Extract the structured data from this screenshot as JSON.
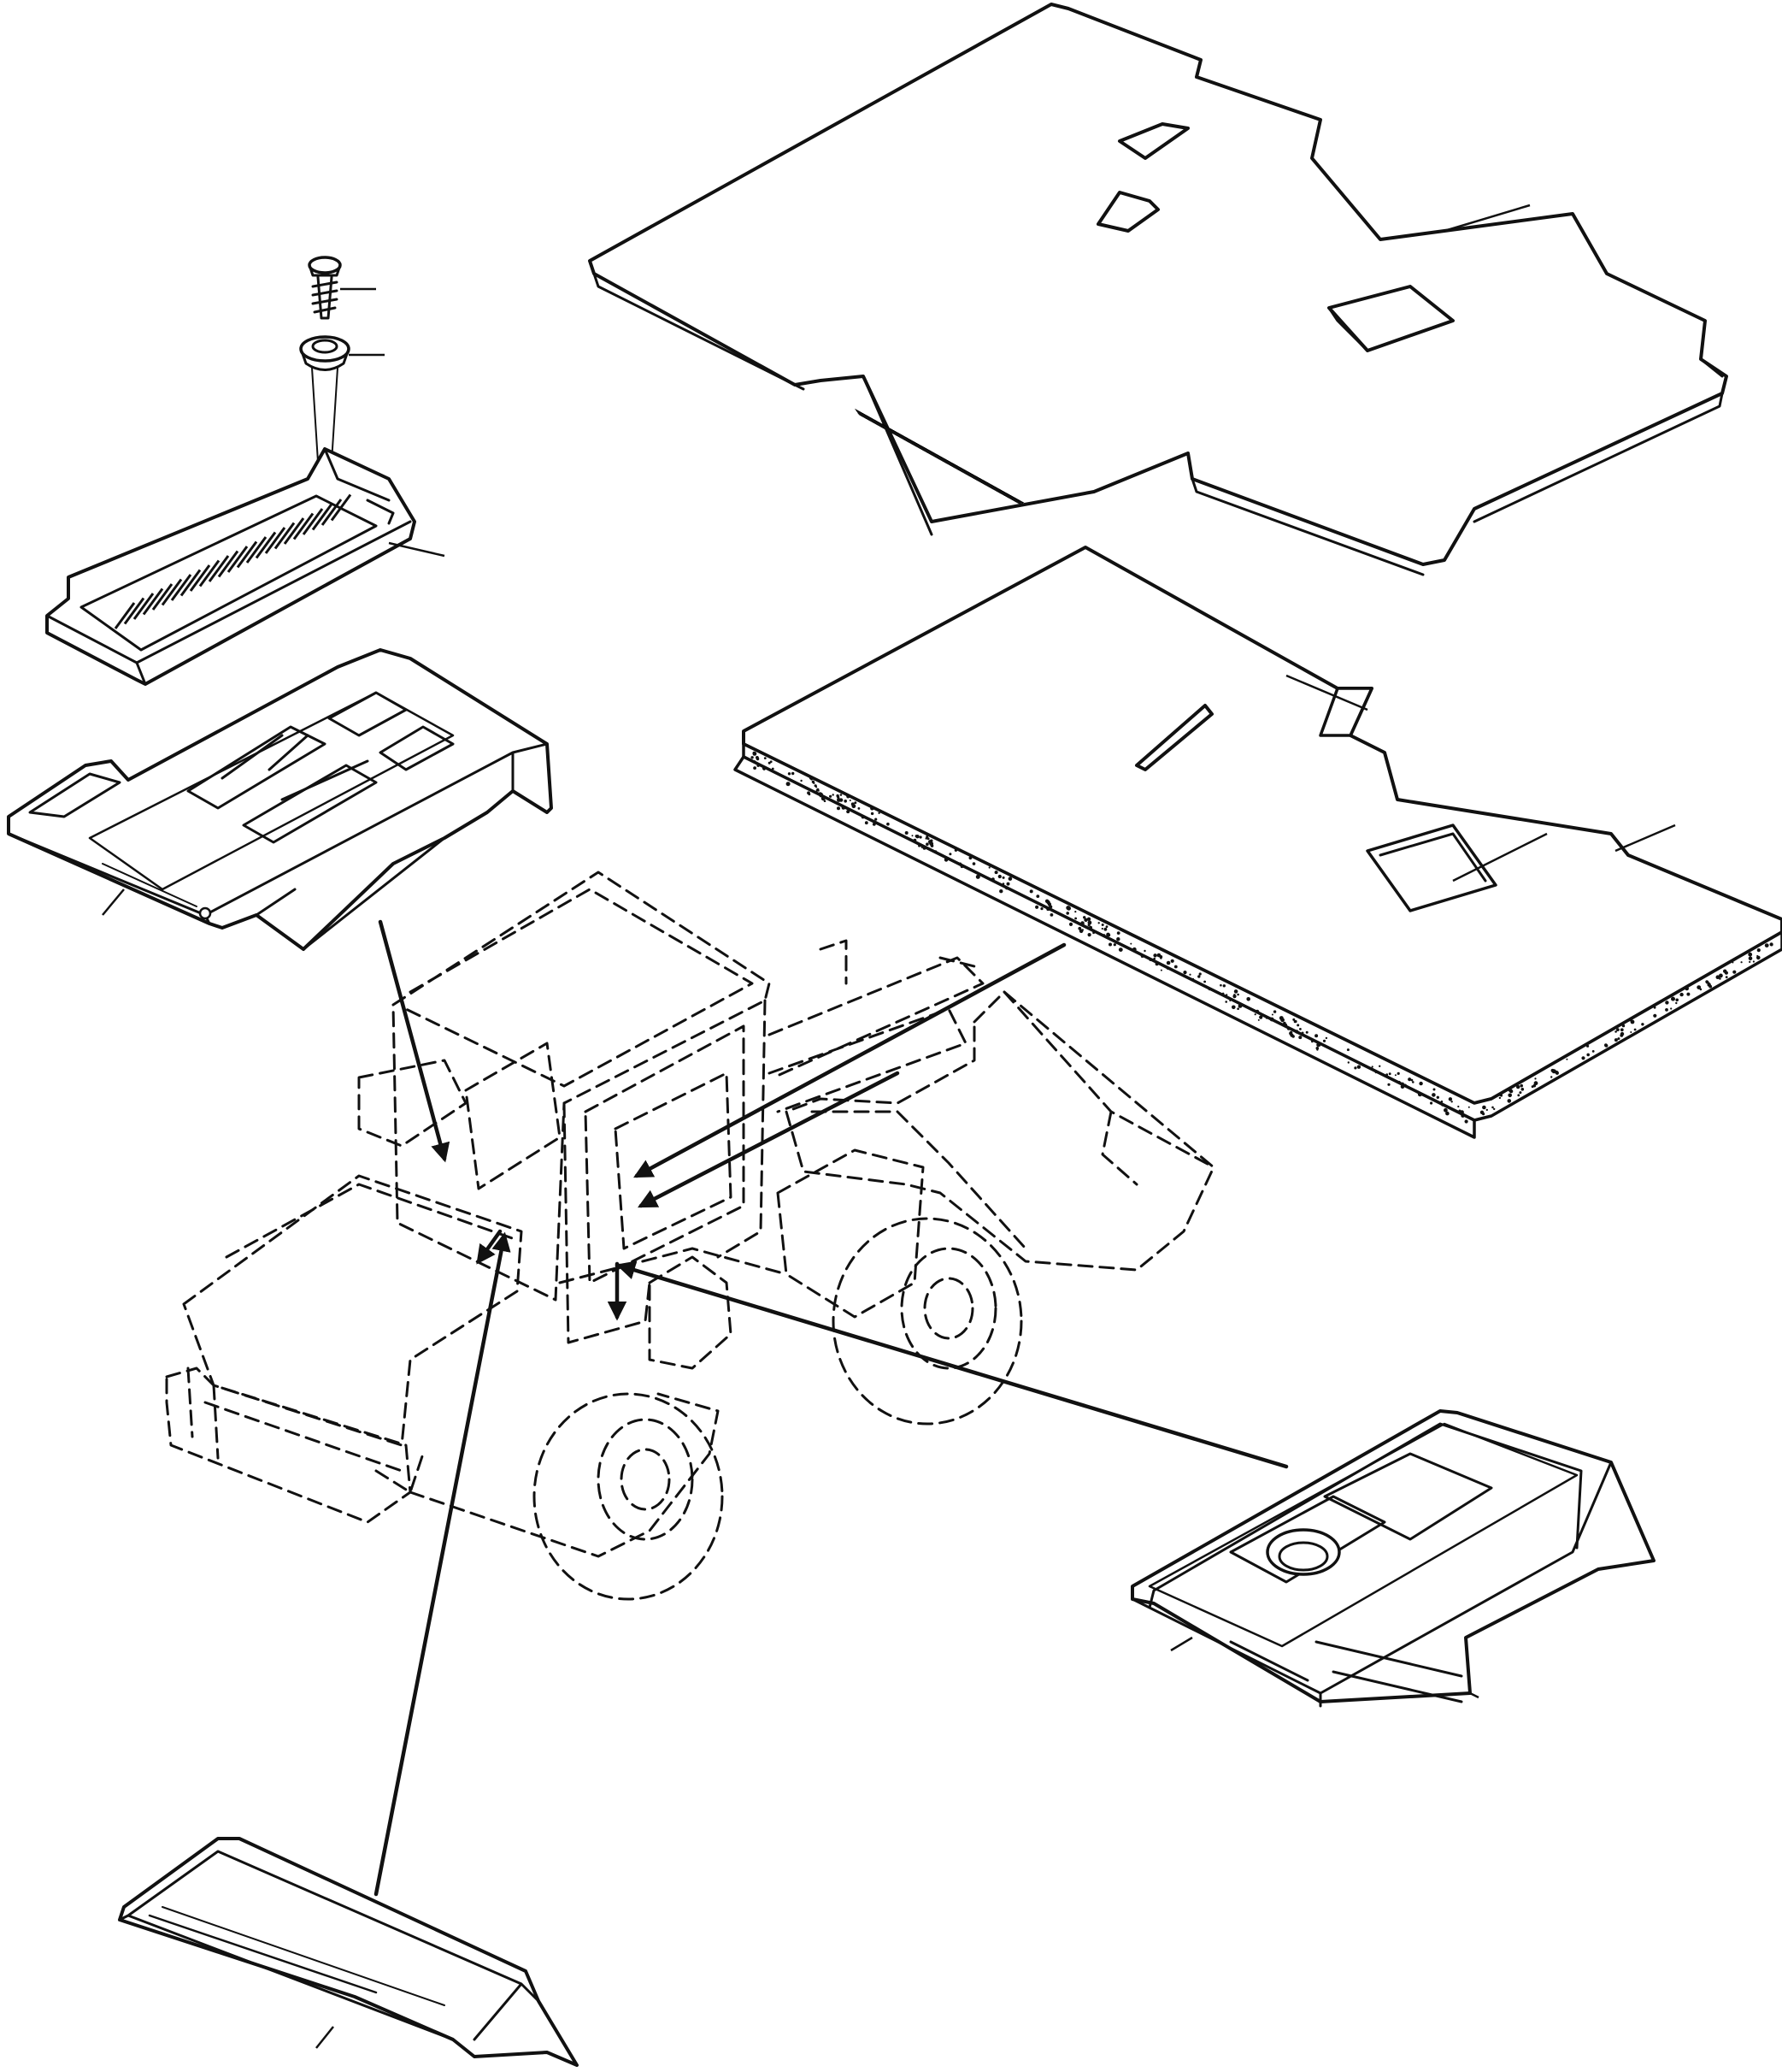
{
  "diagram": {
    "parts": [
      {
        "part": "floor-mat-ribbed"
      },
      {
        "part": "floor-insulation-pad"
      },
      {
        "part": "step-mat-grille-cover"
      },
      {
        "part": "screw"
      },
      {
        "part": "grommet"
      },
      {
        "part": "left-floor-panel"
      },
      {
        "part": "right-floor-panel"
      },
      {
        "part": "front-step-cover"
      },
      {
        "part": "wheel-loader-phantom"
      }
    ]
  }
}
